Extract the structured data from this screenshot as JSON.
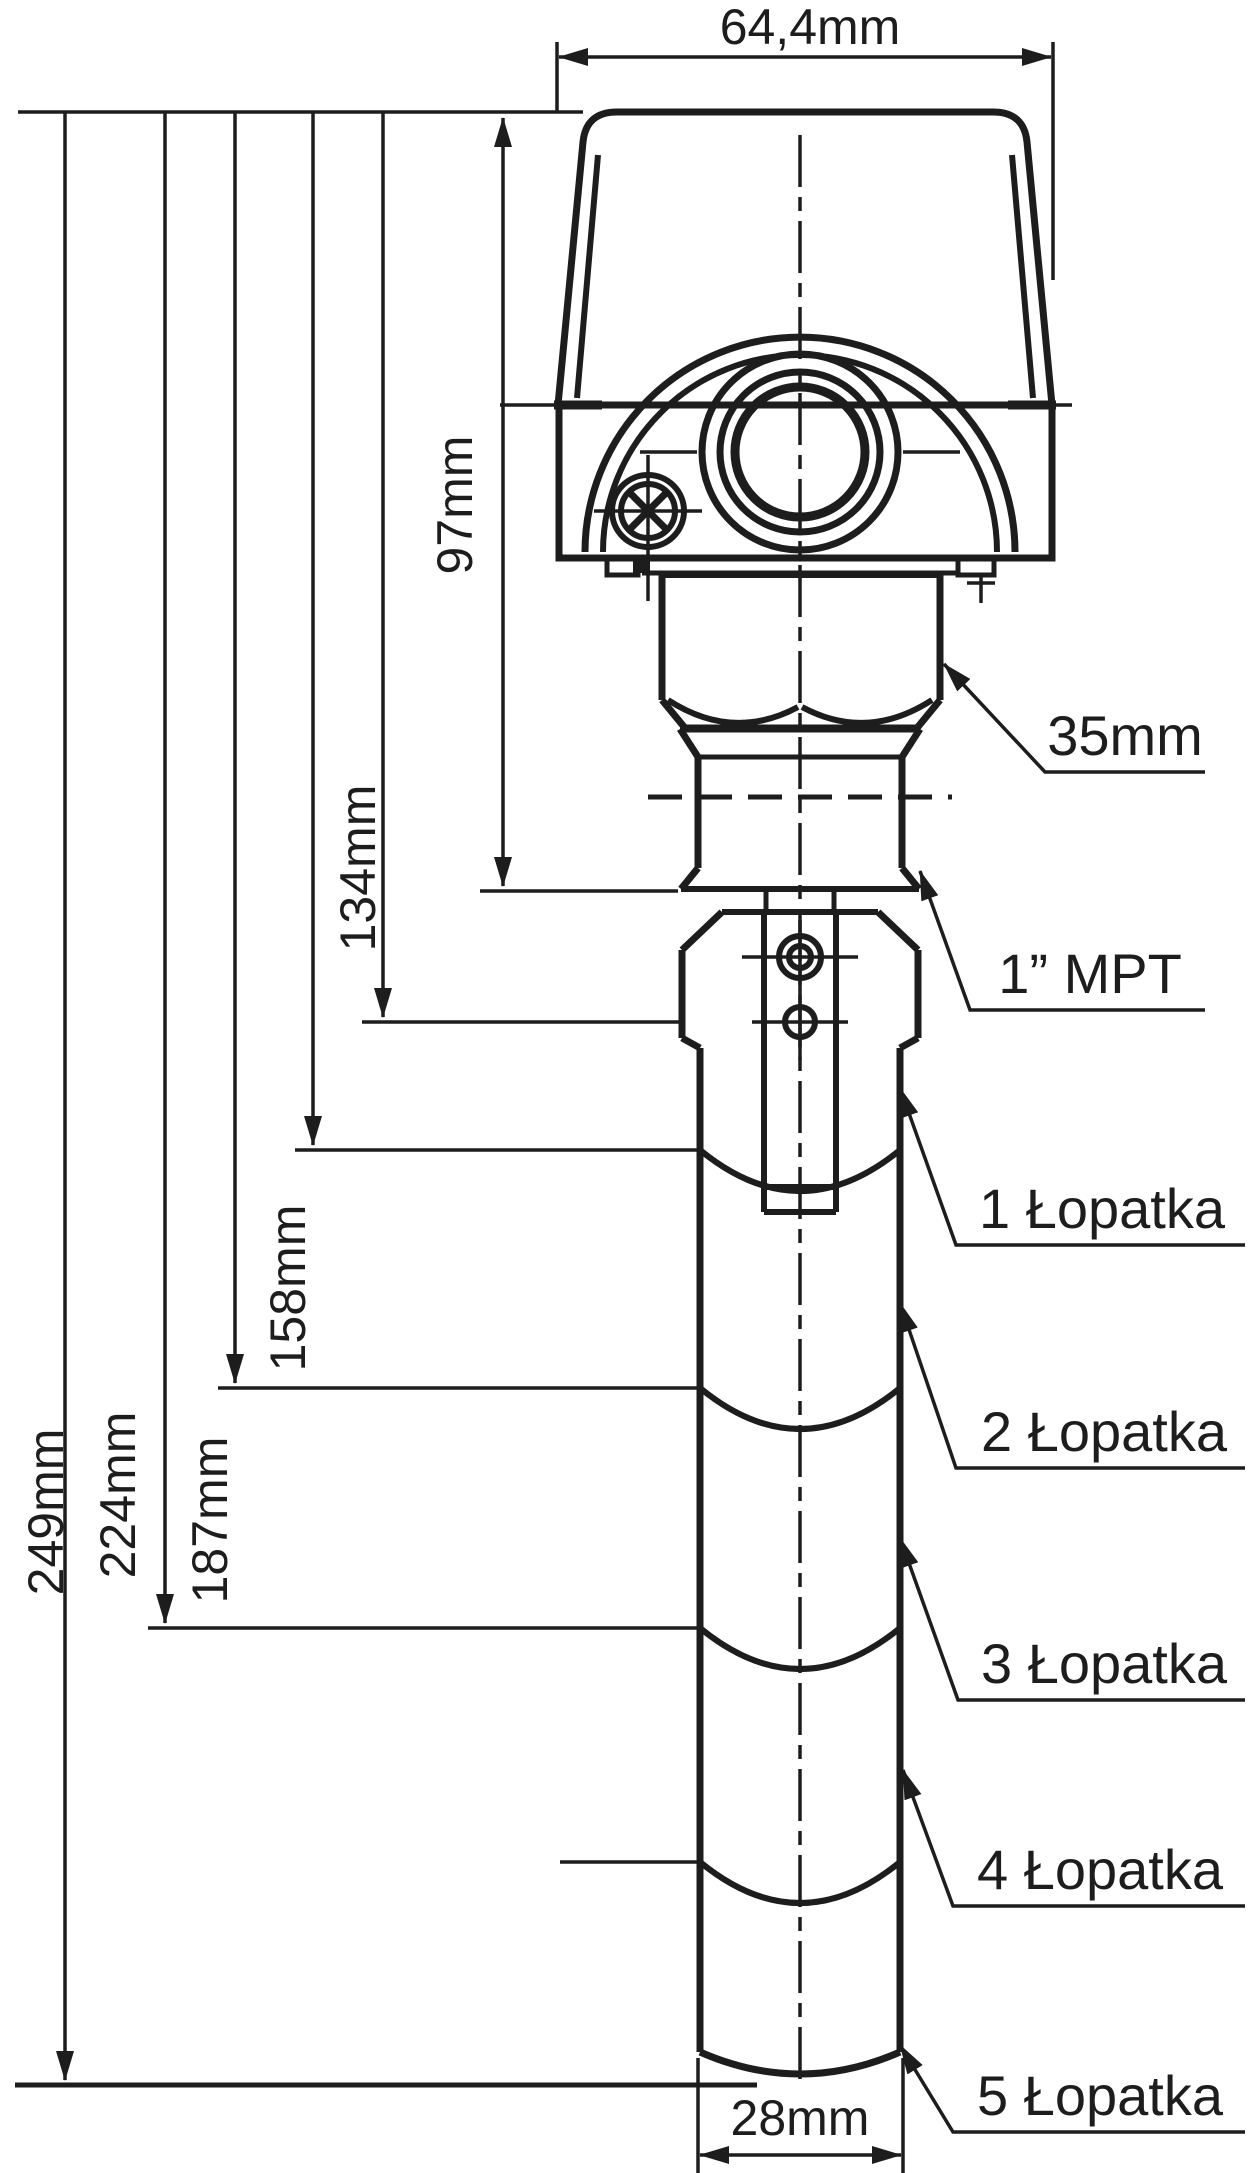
{
  "drawing": {
    "background": "#ffffff",
    "line_color": "#1d1d1d",
    "labels": {
      "top_width": "64,4mm",
      "h97": "97mm",
      "h134": "134mm",
      "h158": "158mm",
      "h187": "187mm",
      "h224": "224mm",
      "h249": "249mm",
      "hex_width": "35mm",
      "thread": "1” MPT",
      "probe_diameter": "28mm",
      "paddles": [
        "1 Łopatka",
        "2 Łopatka",
        "3 Łopatka",
        "4 Łopatka",
        "5 Łopatka"
      ]
    }
  }
}
